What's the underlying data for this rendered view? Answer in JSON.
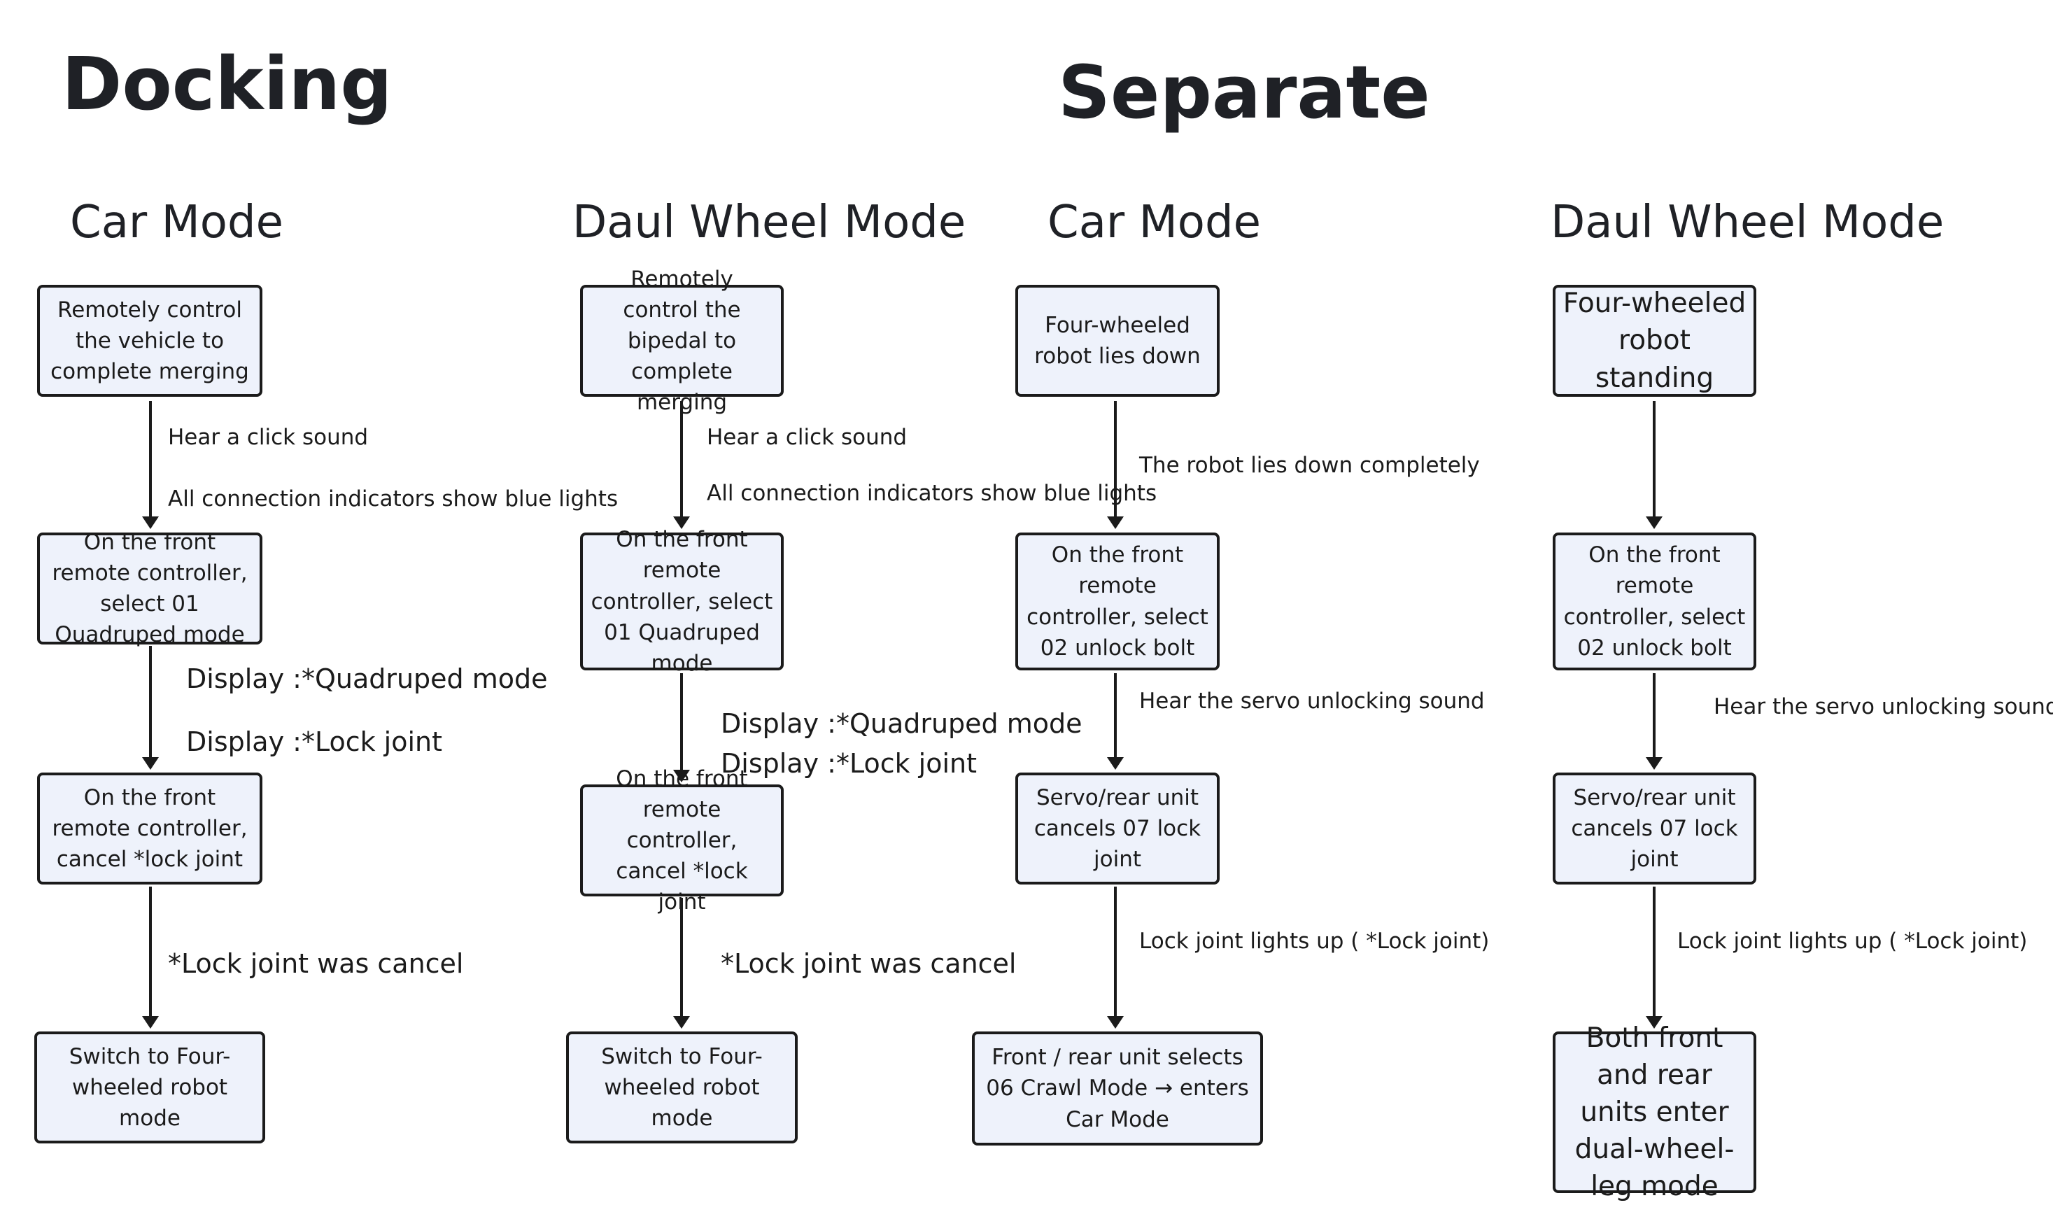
{
  "titles": {
    "docking": "Docking",
    "separate": "Separate"
  },
  "columns": [
    {
      "title": "Car Mode",
      "boxes": [
        "Remotely control the vehicle to complete merging",
        "On the front remote controller, select 01 Quadruped mode",
        "On the front remote controller, cancel *lock joint",
        "Switch to Four-wheeled robot mode"
      ],
      "labels": [
        "Hear a click sound",
        "All connection indicators show blue lights",
        "Display :*Quadruped mode",
        "Display :*Lock joint",
        "*Lock joint was cancel"
      ]
    },
    {
      "title": "Daul Wheel Mode",
      "boxes": [
        "Remotely control the bipedal to complete merging",
        "On the front remote controller, select 01 Quadruped mode",
        "On the front remote controller, cancel *lock joint",
        "Switch to Four-wheeled robot mode"
      ],
      "labels": [
        "Hear a click sound",
        "All connection indicators show blue lights",
        "Display :*Quadruped mode",
        "Display :*Lock joint",
        "*Lock joint was cancel"
      ]
    },
    {
      "title": "Car Mode",
      "boxes": [
        "Four-wheeled robot lies down",
        "On the front remote controller, select 02 unlock bolt",
        "Servo/rear unit cancels 07 lock joint",
        "Front / rear unit selects 06 Crawl Mode → enters Car Mode"
      ],
      "labels": [
        "The robot lies down completely",
        "Hear the servo unlocking sound",
        "Lock joint lights up ( *Lock joint)"
      ]
    },
    {
      "title": "Daul Wheel Mode",
      "boxes": [
        "Four-wheeled robot standing",
        "On the front remote controller, select 02 unlock bolt",
        "Servo/rear unit cancels 07 lock joint",
        "Both front and rear units enter dual-wheel-leg mode"
      ],
      "labels": [
        "Hear the servo unlocking sound",
        "Lock joint lights up ( *Lock joint)"
      ]
    }
  ]
}
